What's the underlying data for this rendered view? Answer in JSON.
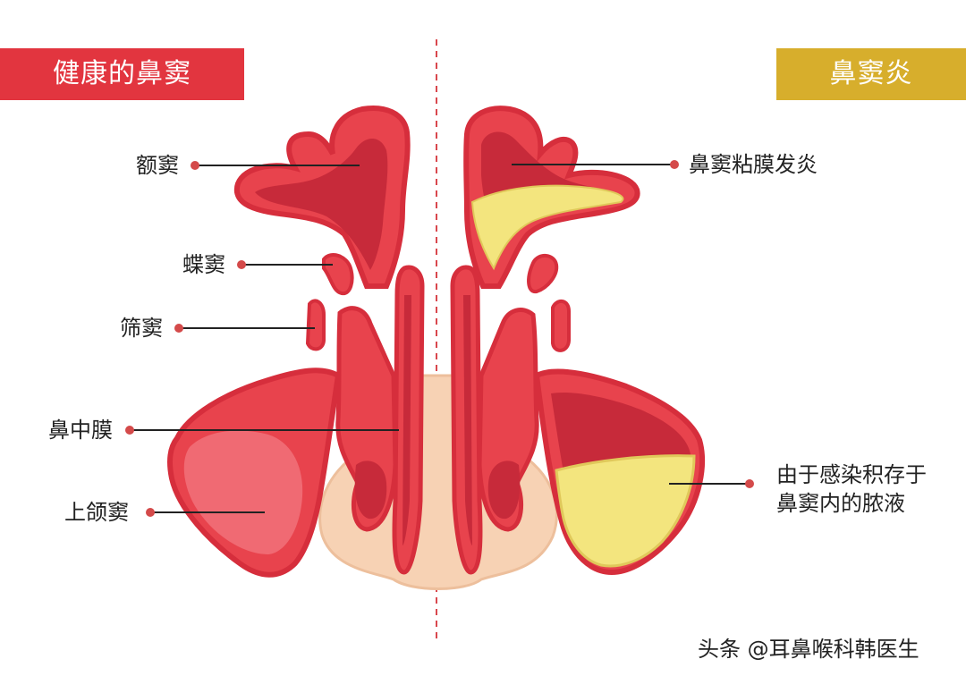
{
  "banners": {
    "healthy": "健康的鼻窦",
    "sinusitis": "鼻窦炎"
  },
  "labels": {
    "frontal_sinus": "额窦",
    "sphenoid_sinus": "蝶窦",
    "ethmoid_sinus": "筛窦",
    "nasal_septum": "鼻中膜",
    "maxillary_sinus": "上颌窦",
    "mucosa_inflamed": "鼻窦粘膜发炎",
    "pus_line1": "由于感染积存于",
    "pus_line2": "鼻窦内的脓液"
  },
  "watermark": "头条 @耳鼻喉科韩医生",
  "colors": {
    "red_banner": "#e2353f",
    "gold_banner": "#d7ae2c",
    "tissue_outer": "#e8434d",
    "tissue_inner": "#c72a3a",
    "tissue_light": "#f06a73",
    "skin": "#f7d2b4",
    "pus": "#f3e57e",
    "pointer": "#d44a4a"
  }
}
